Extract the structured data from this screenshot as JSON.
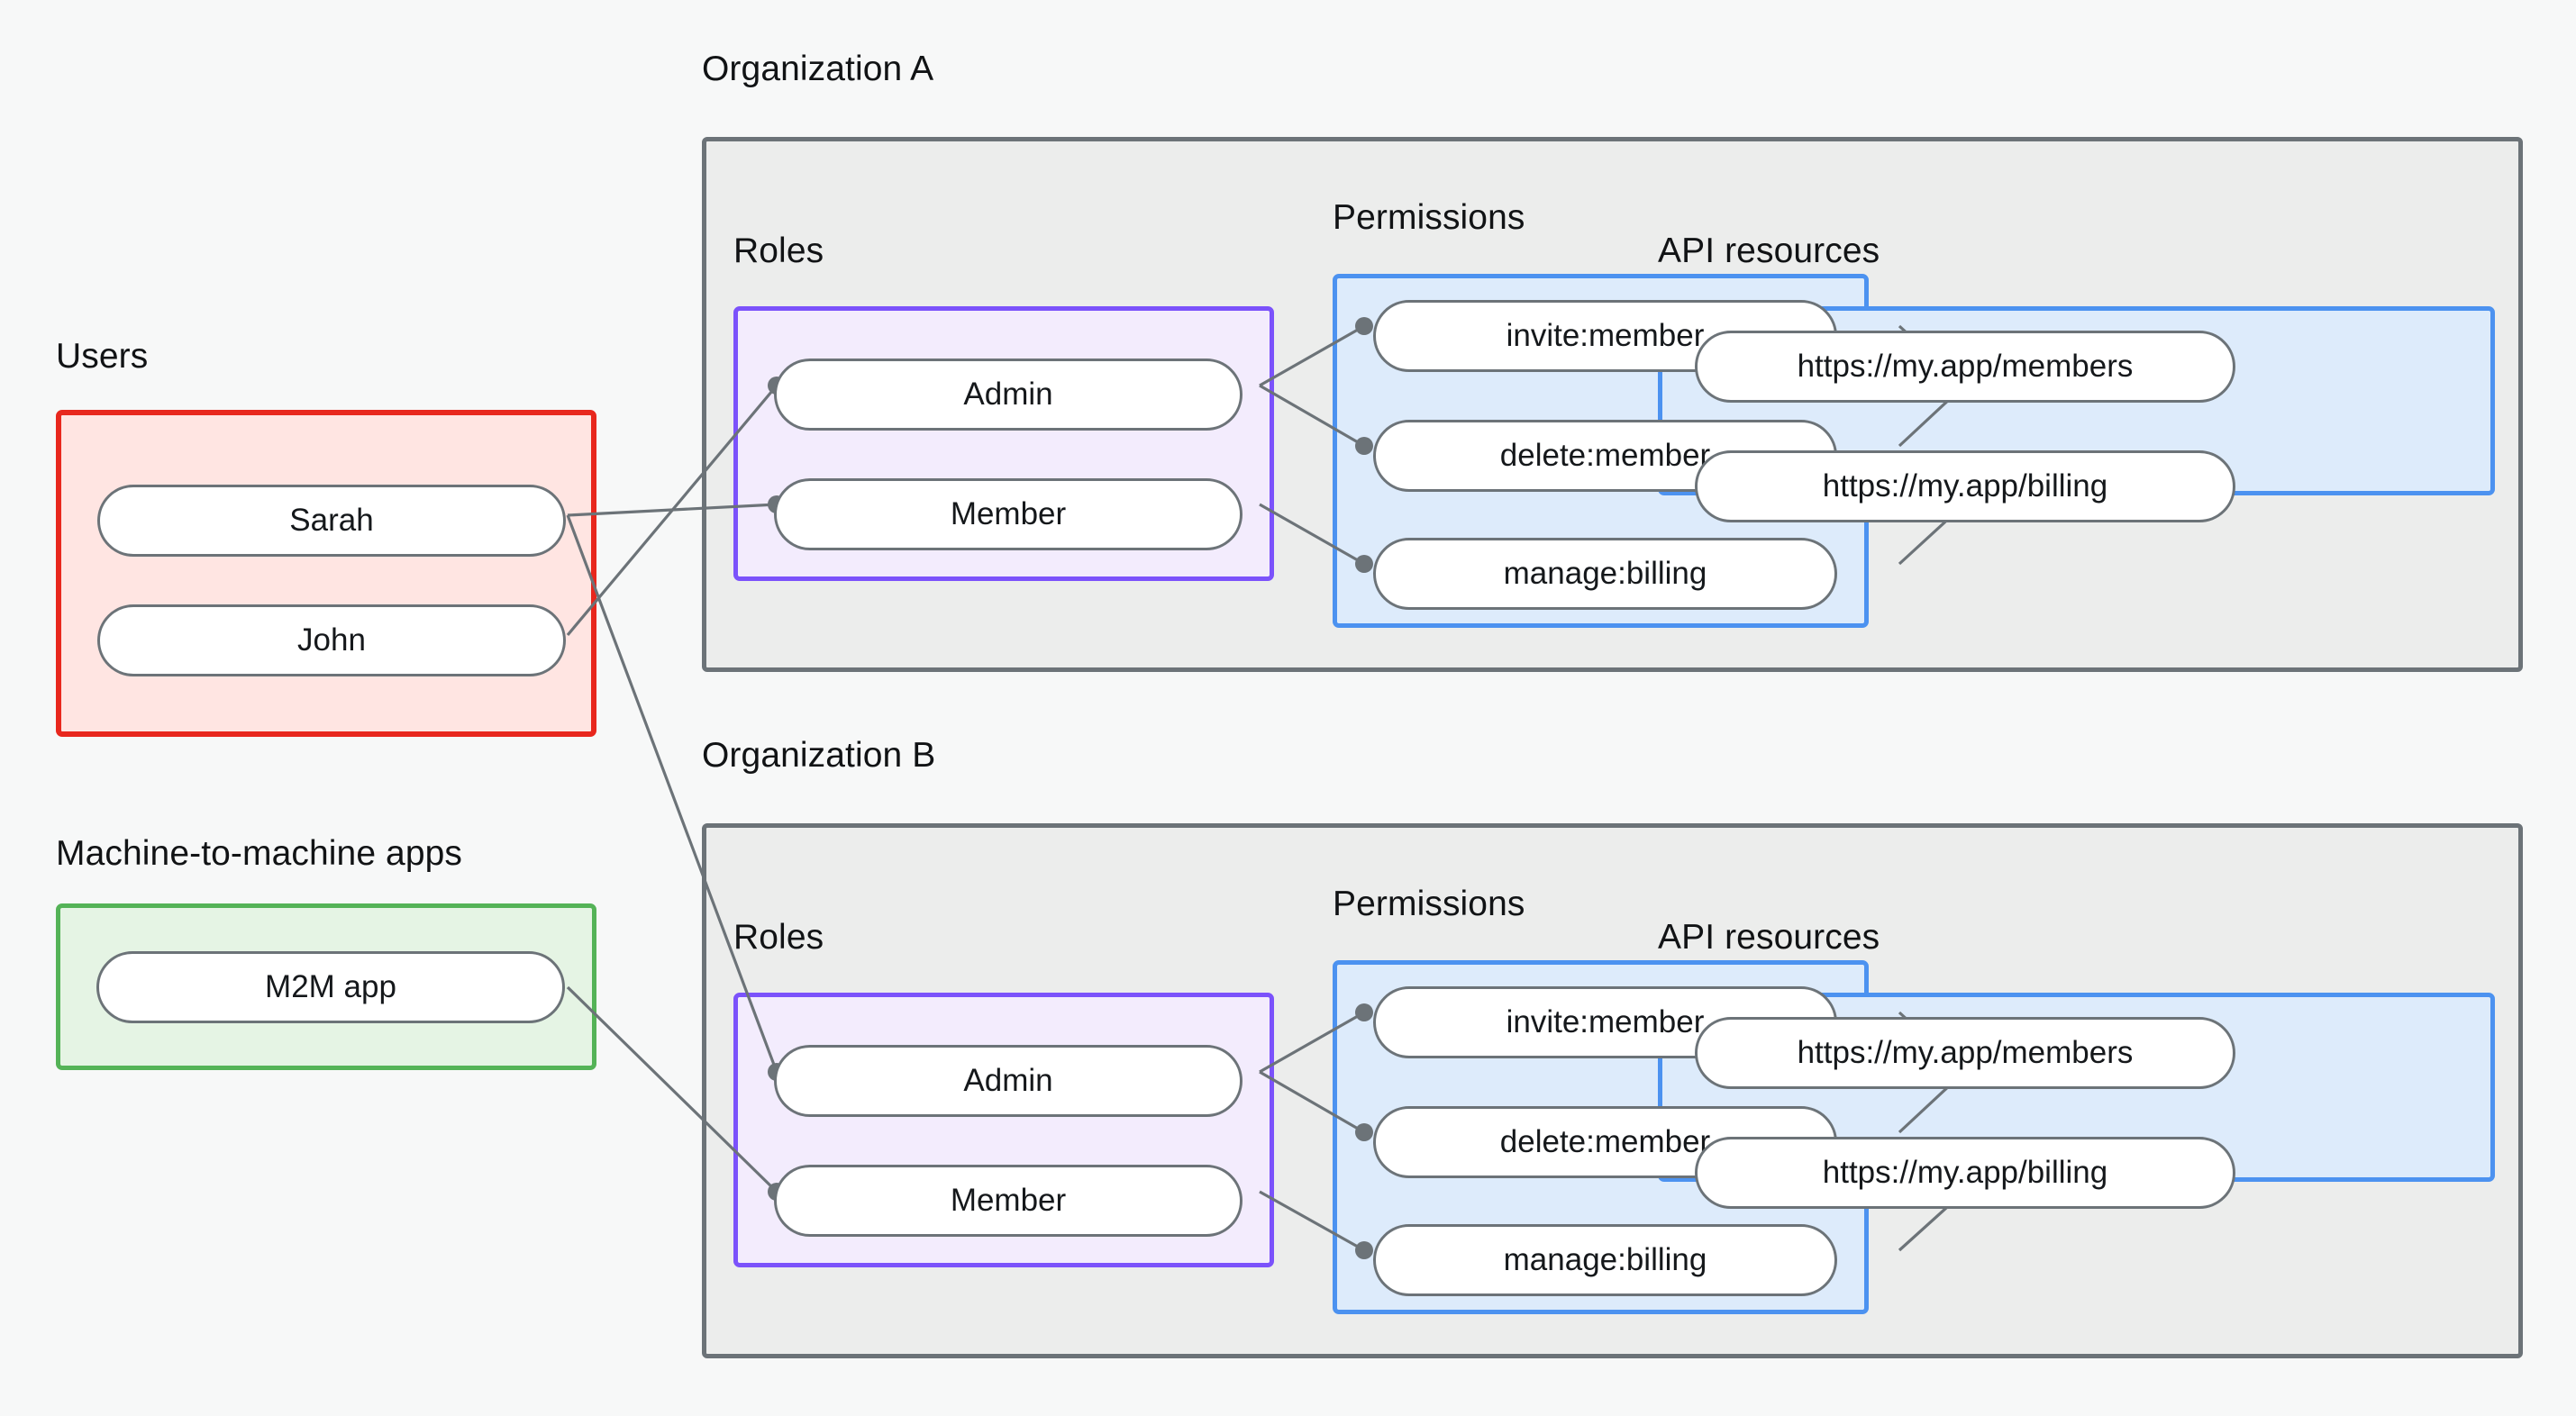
{
  "diagram": {
    "title": "Organization roles and permissions model",
    "background": "#f7f8f8",
    "colors": {
      "users_border": "#e8271d",
      "users_fill": "#ffe5e2",
      "m2m_border": "#54b357",
      "m2m_fill": "#e5f4e4",
      "roles_border": "#7b52fb",
      "roles_fill": "#f3ecfd",
      "permissions_border": "#4c92f0",
      "permissions_fill": "#ddebfb",
      "api_border": "#4c92f0",
      "api_fill": "#ddebfb",
      "org_border": "#6c7378",
      "org_fill": "#ecedec",
      "node_border": "#6c7378",
      "node_fill": "#ffffff",
      "edge": "#6c7378"
    }
  },
  "labels": {
    "users": "Users",
    "m2m_apps": "Machine-to-machine apps",
    "org_a": "Organization A",
    "org_b": "Organization B",
    "roles_a": "Roles",
    "roles_b": "Roles",
    "permissions_a": "Permissions",
    "permissions_b": "Permissions",
    "api_resources_a": "API resources",
    "api_resources_b": "API resources"
  },
  "users": {
    "label": "Users",
    "items": [
      {
        "id": "sarah",
        "label": "Sarah"
      },
      {
        "id": "john",
        "label": "John"
      }
    ]
  },
  "m2m": {
    "label": "Machine-to-machine apps",
    "items": [
      {
        "id": "m2m-app",
        "label": "M2M app"
      }
    ]
  },
  "org_a": {
    "label": "Organization A",
    "roles": {
      "label": "Roles",
      "items": [
        {
          "id": "a-admin",
          "label": "Admin"
        },
        {
          "id": "a-member",
          "label": "Member"
        }
      ]
    },
    "permissions": {
      "label": "Permissions",
      "items": [
        {
          "id": "a-invite",
          "label": "invite:member"
        },
        {
          "id": "a-delete",
          "label": "delete:member"
        },
        {
          "id": "a-billing",
          "label": "manage:billing"
        }
      ]
    },
    "api_resources": {
      "label": "API resources",
      "items": [
        {
          "id": "a-res-members",
          "label": "https://my.app/members"
        },
        {
          "id": "a-res-billing",
          "label": "https://my.app/billing"
        }
      ]
    }
  },
  "org_b": {
    "label": "Organization B",
    "roles": {
      "label": "Roles",
      "items": [
        {
          "id": "b-admin",
          "label": "Admin"
        },
        {
          "id": "b-member",
          "label": "Member"
        }
      ]
    },
    "permissions": {
      "label": "Permissions",
      "items": [
        {
          "id": "b-invite",
          "label": "invite:member"
        },
        {
          "id": "b-delete",
          "label": "delete:member"
        },
        {
          "id": "b-billing",
          "label": "manage:billing"
        }
      ]
    },
    "api_resources": {
      "label": "API resources",
      "items": [
        {
          "id": "b-res-members",
          "label": "https://my.app/members"
        },
        {
          "id": "b-res-billing",
          "label": "https://my.app/billing"
        }
      ]
    }
  },
  "connections": [
    {
      "from": "john",
      "to": "a-admin"
    },
    {
      "from": "sarah",
      "to": "a-member"
    },
    {
      "from": "sarah",
      "to": "b-admin"
    },
    {
      "from": "m2m-app",
      "to": "b-member"
    },
    {
      "from": "a-admin",
      "to": "a-invite"
    },
    {
      "from": "a-admin",
      "to": "a-delete"
    },
    {
      "from": "a-member",
      "to": "a-billing"
    },
    {
      "from": "a-invite",
      "to": "a-res-members"
    },
    {
      "from": "a-delete",
      "to": "a-res-members"
    },
    {
      "from": "a-billing",
      "to": "a-res-billing"
    },
    {
      "from": "b-admin",
      "to": "b-invite"
    },
    {
      "from": "b-admin",
      "to": "b-delete"
    },
    {
      "from": "b-member",
      "to": "b-billing"
    },
    {
      "from": "b-invite",
      "to": "b-res-members"
    },
    {
      "from": "b-delete",
      "to": "b-res-members"
    },
    {
      "from": "b-billing",
      "to": "b-res-billing"
    }
  ]
}
